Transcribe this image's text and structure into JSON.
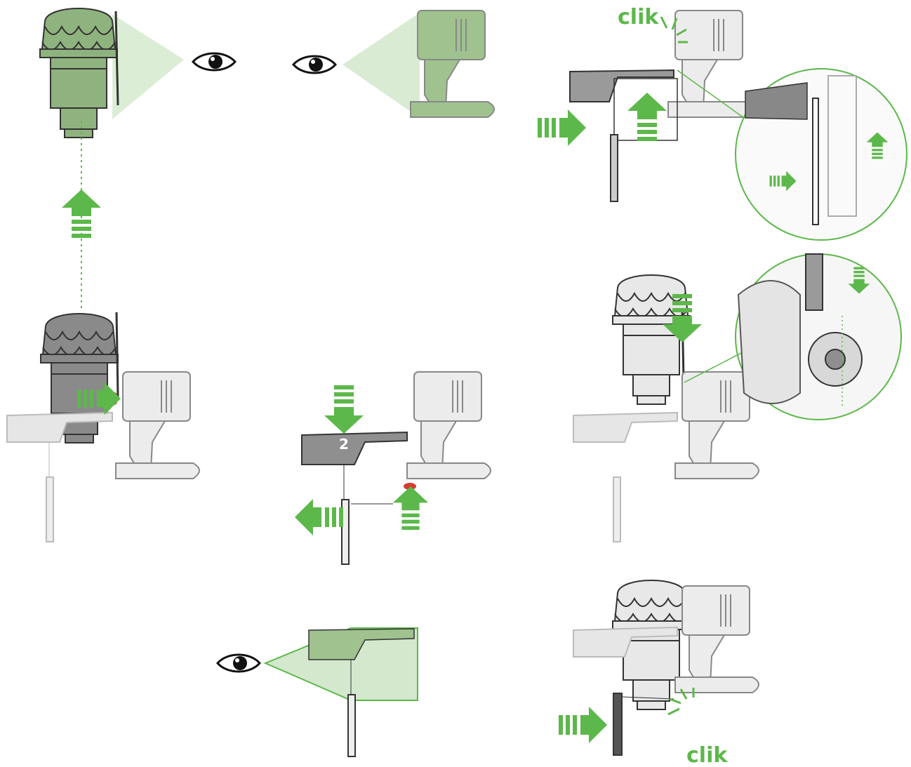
{
  "labels": {
    "click_top": "clik",
    "click_bottom": "clik",
    "step_number": "2"
  },
  "colors": {
    "accent_green": "#5cb84a",
    "light_green": "#d3e8cc",
    "mid_green": "#8fb37e",
    "dark_grey": "#6e6e6e",
    "light_grey": "#e6e6e6",
    "red_release": "#d63a32"
  },
  "icons": [
    "eye-icon",
    "arrow-up-icon",
    "arrow-down-icon",
    "arrow-right-icon",
    "arrow-left-icon",
    "click-burst-icon"
  ]
}
